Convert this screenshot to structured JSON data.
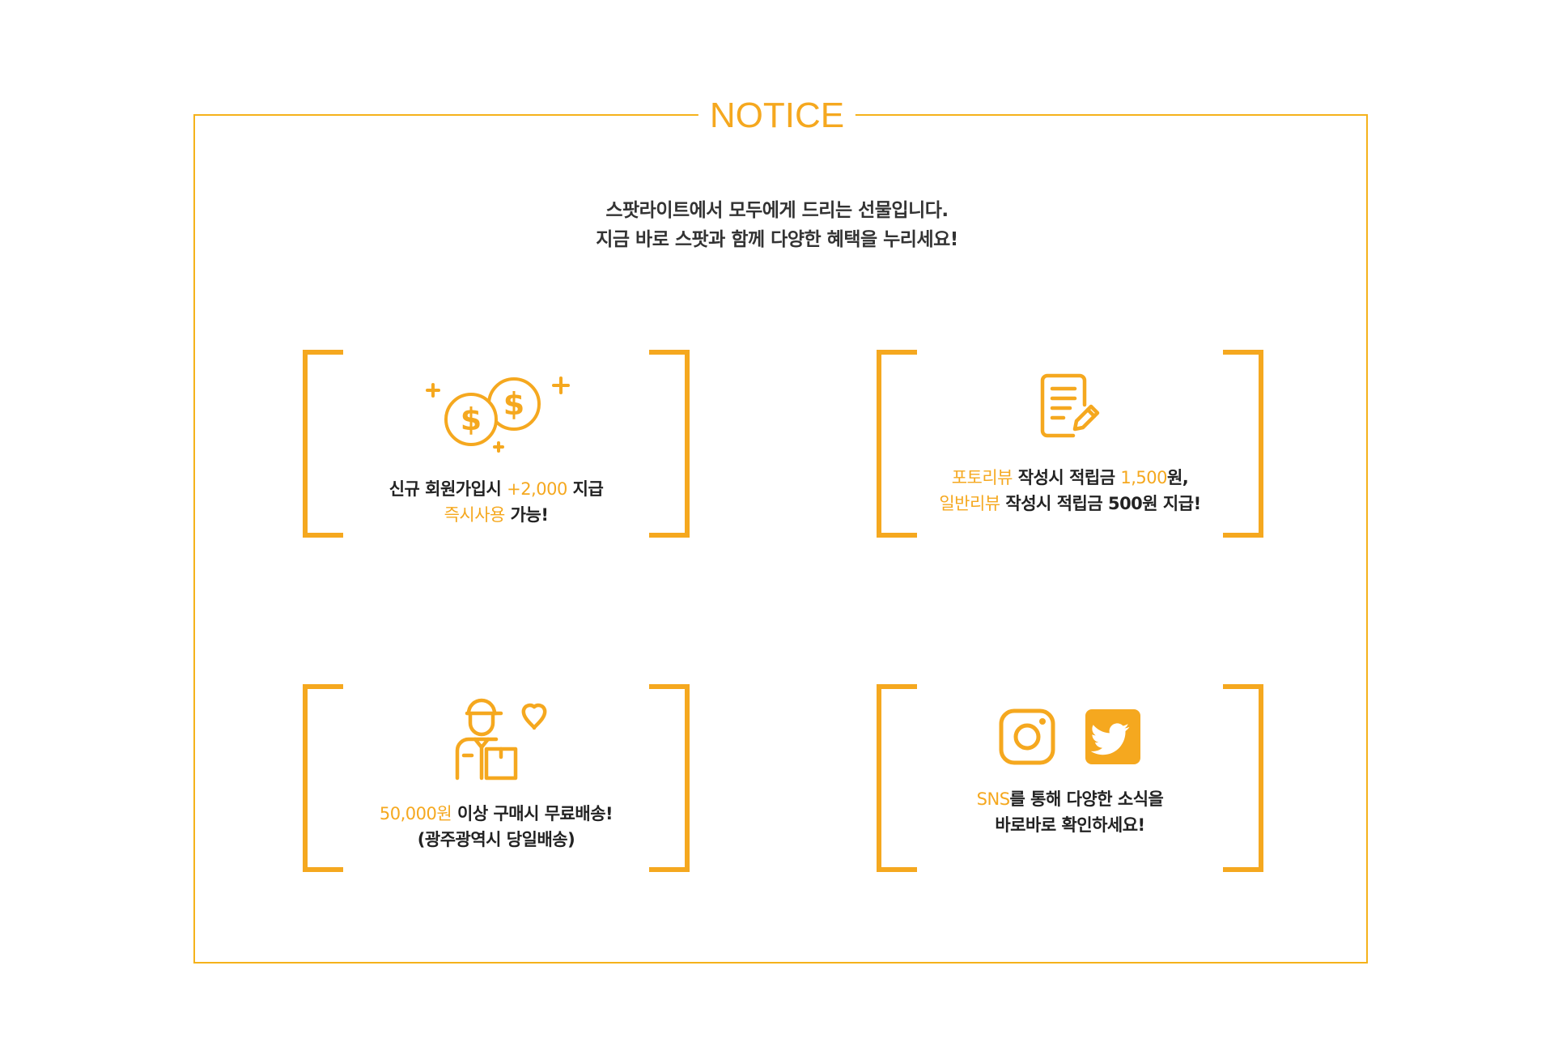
{
  "colors": {
    "accent": "#f5a81f",
    "border": "#f5b21b",
    "text": "#222222"
  },
  "notice": {
    "title": "NOTICE"
  },
  "intro": {
    "line1": "스팟라이트에서 모두에게 드리는 선물입니다.",
    "line2": "지금 바로 스팟과 함께 다양한 혜택을 누리세요!"
  },
  "cards": [
    {
      "icon": "coins-icon",
      "line1": {
        "a": "신규 회원가입시 ",
        "b": "+2,000",
        "c": " 지급"
      },
      "line2": {
        "a": "즉시사용",
        "b": " 가능!"
      }
    },
    {
      "icon": "review-note-icon",
      "line1": {
        "a": "포토리뷰",
        "b": " 작성시 적립금 ",
        "c": "1,500",
        "d": "원,"
      },
      "line2": {
        "a": "일반리뷰",
        "b": " 작성시 적립금 500원 지급!"
      }
    },
    {
      "icon": "delivery-man-icon",
      "line1": {
        "a": "50,000원",
        "b": " 이상 구매시 무료배송!"
      },
      "line2": {
        "a": "(광주광역시 당일배송)"
      }
    },
    {
      "icons": [
        "instagram-icon",
        "twitter-icon"
      ],
      "line1": {
        "a": "SNS",
        "b": "를 통해 다양한 소식을"
      },
      "line2": {
        "a": "바로바로 확인하세요!"
      }
    }
  ]
}
